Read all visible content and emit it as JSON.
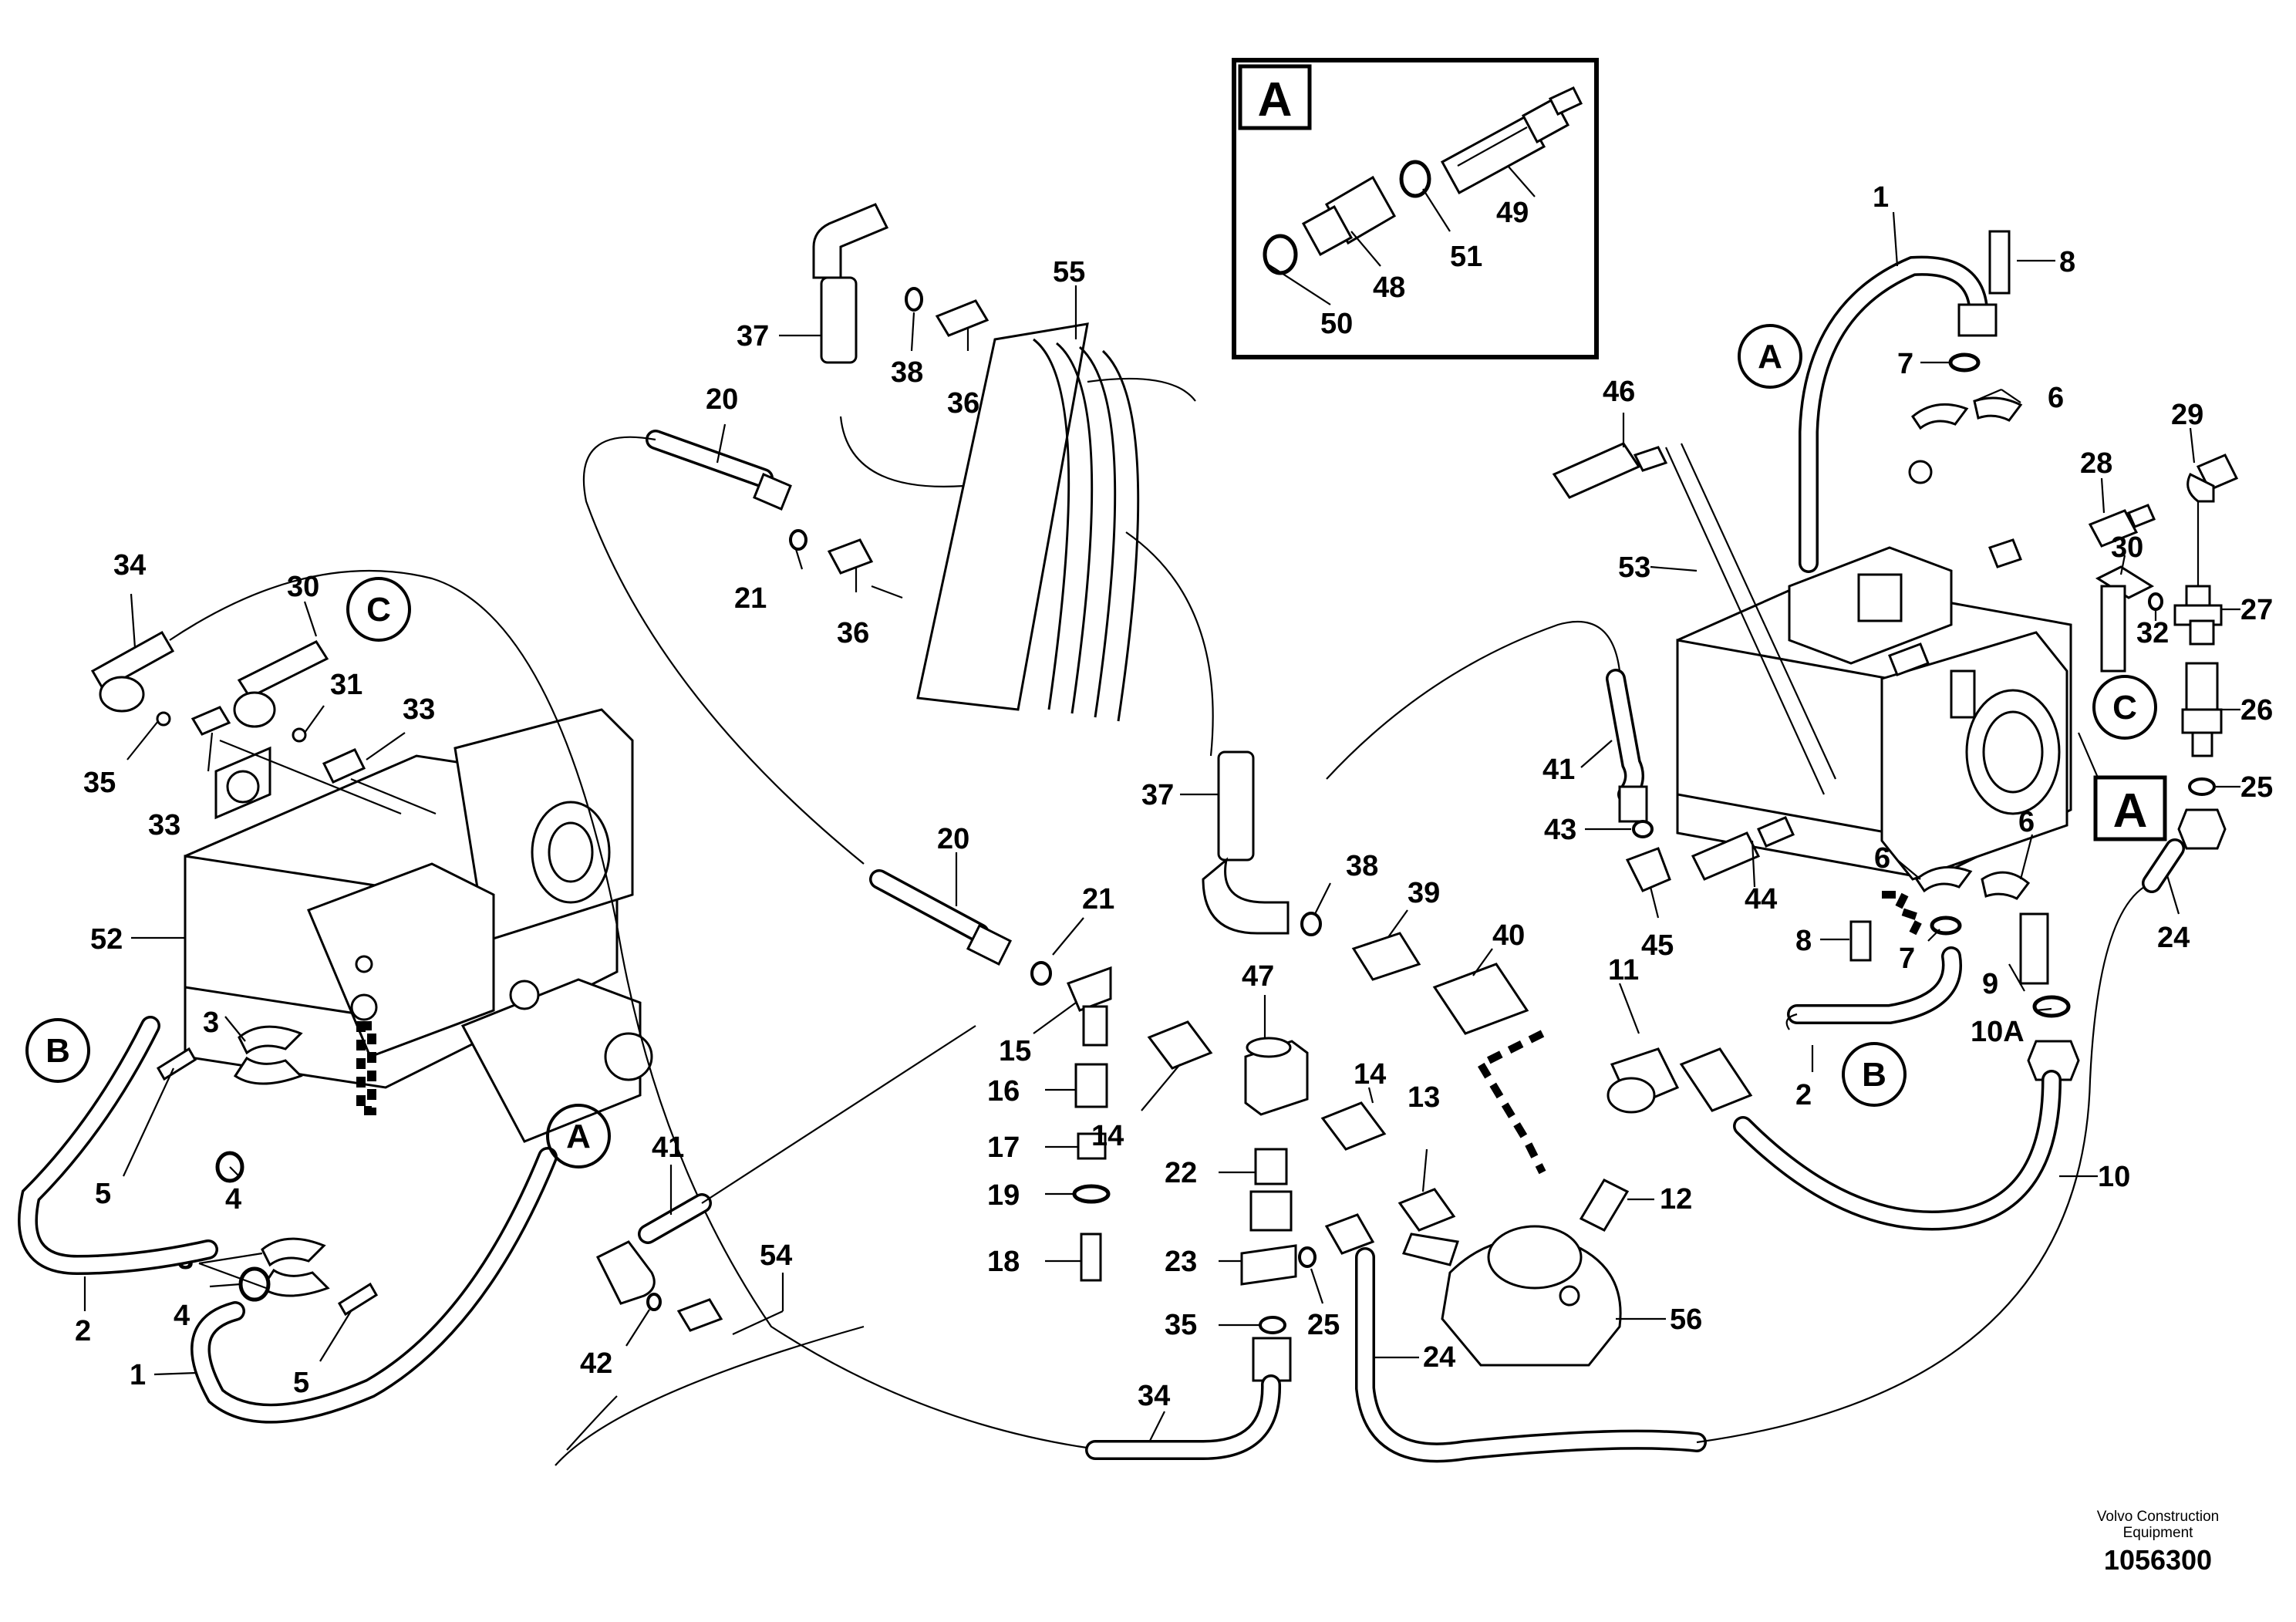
{
  "diagram": {
    "callouts": [
      {
        "id": "1",
        "label": "1"
      },
      {
        "id": "1b",
        "label": "1"
      },
      {
        "id": "2",
        "label": "2"
      },
      {
        "id": "2b",
        "label": "2"
      },
      {
        "id": "3a",
        "label": "3"
      },
      {
        "id": "3b",
        "label": "3"
      },
      {
        "id": "4a",
        "label": "4"
      },
      {
        "id": "4b",
        "label": "4"
      },
      {
        "id": "5a",
        "label": "5"
      },
      {
        "id": "5b",
        "label": "5"
      },
      {
        "id": "6a",
        "label": "6"
      },
      {
        "id": "6b",
        "label": "6"
      },
      {
        "id": "6c",
        "label": "6"
      },
      {
        "id": "7a",
        "label": "7"
      },
      {
        "id": "7b",
        "label": "7"
      },
      {
        "id": "8a",
        "label": "8"
      },
      {
        "id": "8b",
        "label": "8"
      },
      {
        "id": "9",
        "label": "9"
      },
      {
        "id": "10",
        "label": "10"
      },
      {
        "id": "10A",
        "label": "10A"
      },
      {
        "id": "11",
        "label": "11"
      },
      {
        "id": "12",
        "label": "12"
      },
      {
        "id": "13",
        "label": "13"
      },
      {
        "id": "14a",
        "label": "14"
      },
      {
        "id": "14b",
        "label": "14"
      },
      {
        "id": "15",
        "label": "15"
      },
      {
        "id": "16",
        "label": "16"
      },
      {
        "id": "17",
        "label": "17"
      },
      {
        "id": "18",
        "label": "18"
      },
      {
        "id": "19",
        "label": "19"
      },
      {
        "id": "20a",
        "label": "20"
      },
      {
        "id": "20b",
        "label": "20"
      },
      {
        "id": "21a",
        "label": "21"
      },
      {
        "id": "21b",
        "label": "21"
      },
      {
        "id": "22",
        "label": "22"
      },
      {
        "id": "23",
        "label": "23"
      },
      {
        "id": "24a",
        "label": "24"
      },
      {
        "id": "24b",
        "label": "24"
      },
      {
        "id": "25a",
        "label": "25"
      },
      {
        "id": "25b",
        "label": "25"
      },
      {
        "id": "26",
        "label": "26"
      },
      {
        "id": "27",
        "label": "27"
      },
      {
        "id": "28",
        "label": "28"
      },
      {
        "id": "29",
        "label": "29"
      },
      {
        "id": "30a",
        "label": "30"
      },
      {
        "id": "30b",
        "label": "30"
      },
      {
        "id": "31",
        "label": "31"
      },
      {
        "id": "32",
        "label": "32"
      },
      {
        "id": "33a",
        "label": "33"
      },
      {
        "id": "33b",
        "label": "33"
      },
      {
        "id": "34a",
        "label": "34"
      },
      {
        "id": "34b",
        "label": "34"
      },
      {
        "id": "35a",
        "label": "35"
      },
      {
        "id": "35b",
        "label": "35"
      },
      {
        "id": "36a",
        "label": "36"
      },
      {
        "id": "36b",
        "label": "36"
      },
      {
        "id": "37a",
        "label": "37"
      },
      {
        "id": "37b",
        "label": "37"
      },
      {
        "id": "38a",
        "label": "38"
      },
      {
        "id": "38b",
        "label": "38"
      },
      {
        "id": "39",
        "label": "39"
      },
      {
        "id": "40",
        "label": "40"
      },
      {
        "id": "41a",
        "label": "41"
      },
      {
        "id": "41b",
        "label": "41"
      },
      {
        "id": "42",
        "label": "42"
      },
      {
        "id": "43",
        "label": "43"
      },
      {
        "id": "44",
        "label": "44"
      },
      {
        "id": "45",
        "label": "45"
      },
      {
        "id": "46",
        "label": "46"
      },
      {
        "id": "47",
        "label": "47"
      },
      {
        "id": "48",
        "label": "48"
      },
      {
        "id": "49",
        "label": "49"
      },
      {
        "id": "50",
        "label": "50"
      },
      {
        "id": "51",
        "label": "51"
      },
      {
        "id": "52",
        "label": "52"
      },
      {
        "id": "53",
        "label": "53"
      },
      {
        "id": "54",
        "label": "54"
      },
      {
        "id": "55",
        "label": "55"
      },
      {
        "id": "56",
        "label": "56"
      }
    ],
    "circle_refs": [
      {
        "id": "A1",
        "label": "A"
      },
      {
        "id": "A2",
        "label": "A"
      },
      {
        "id": "B1",
        "label": "B"
      },
      {
        "id": "B2",
        "label": "B"
      },
      {
        "id": "C1",
        "label": "C"
      },
      {
        "id": "C2",
        "label": "C"
      }
    ],
    "box_refs": [
      {
        "id": "boxA1",
        "label": "A"
      },
      {
        "id": "boxA2",
        "label": "A"
      }
    ],
    "footer": {
      "credit_line1": "Volvo Construction",
      "credit_line2": "Equipment",
      "document_number": "1056300"
    }
  }
}
